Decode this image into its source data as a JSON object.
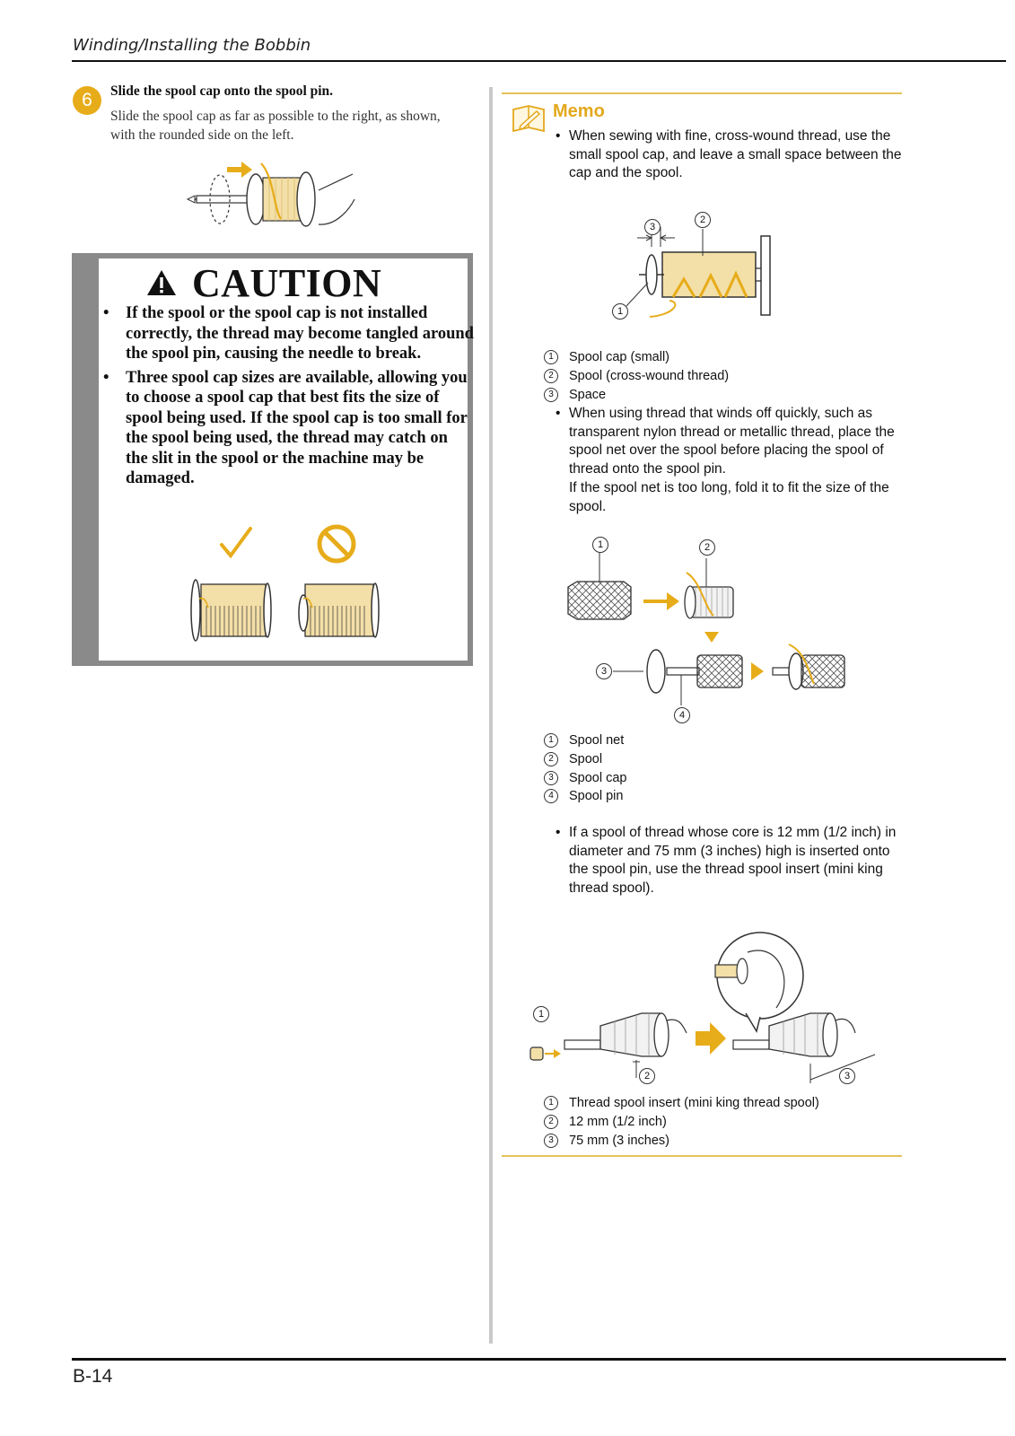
{
  "header": {
    "title": "Winding/Installing the Bobbin",
    "page_number": "B-14"
  },
  "step": {
    "number": "6",
    "title": "Slide the spool cap onto the spool pin.",
    "body": "Slide the spool cap as far as possible to the right, as shown, with the rounded side on the left."
  },
  "caution": {
    "heading": "CAUTION",
    "items": [
      "If the spool or the spool cap is not installed correctly, the thread may become tangled around the spool pin, causing the needle to break.",
      "Three spool cap sizes are available, allowing you to choose a spool cap that best fits the size of spool being used. If the spool cap is too small for the spool being used, the thread may catch on the slit in the spool or the machine may be damaged."
    ]
  },
  "memo": {
    "title": "Memo",
    "bullet1": "When sewing with fine, cross-wound thread, use the small spool cap, and leave a small space between the cap and the spool.",
    "figure1_legend": [
      {
        "num": "1",
        "text": "Spool cap (small)"
      },
      {
        "num": "2",
        "text": "Spool (cross-wound thread)"
      },
      {
        "num": "3",
        "text": "Space"
      }
    ],
    "bullet2": "When using thread that winds off quickly, such as transparent nylon thread or metallic thread, place the spool net over the spool before placing the spool of thread onto the spool pin.",
    "bullet2_extra": "If the spool net is too long, fold it to fit the size of the spool.",
    "figure2_legend": [
      {
        "num": "1",
        "text": "Spool net"
      },
      {
        "num": "2",
        "text": "Spool"
      },
      {
        "num": "3",
        "text": "Spool cap"
      },
      {
        "num": "4",
        "text": "Spool pin"
      }
    ],
    "bullet3": "If a spool of thread whose core is 12 mm (1/2 inch) in diameter and 75 mm (3 inches) high is inserted onto the spool pin, use the thread spool insert (mini king thread spool).",
    "figure3_legend": [
      {
        "num": "1",
        "text": "Thread spool insert (mini king thread spool)"
      },
      {
        "num": "2",
        "text": "12 mm (1/2 inch)"
      },
      {
        "num": "3",
        "text": "75 mm (3 inches)"
      }
    ]
  },
  "colors": {
    "accent": "#e7ac19",
    "memo_rule": "#e5c25a",
    "caution_frame": "#8a8a8a",
    "thread": "#f3dfa8"
  }
}
